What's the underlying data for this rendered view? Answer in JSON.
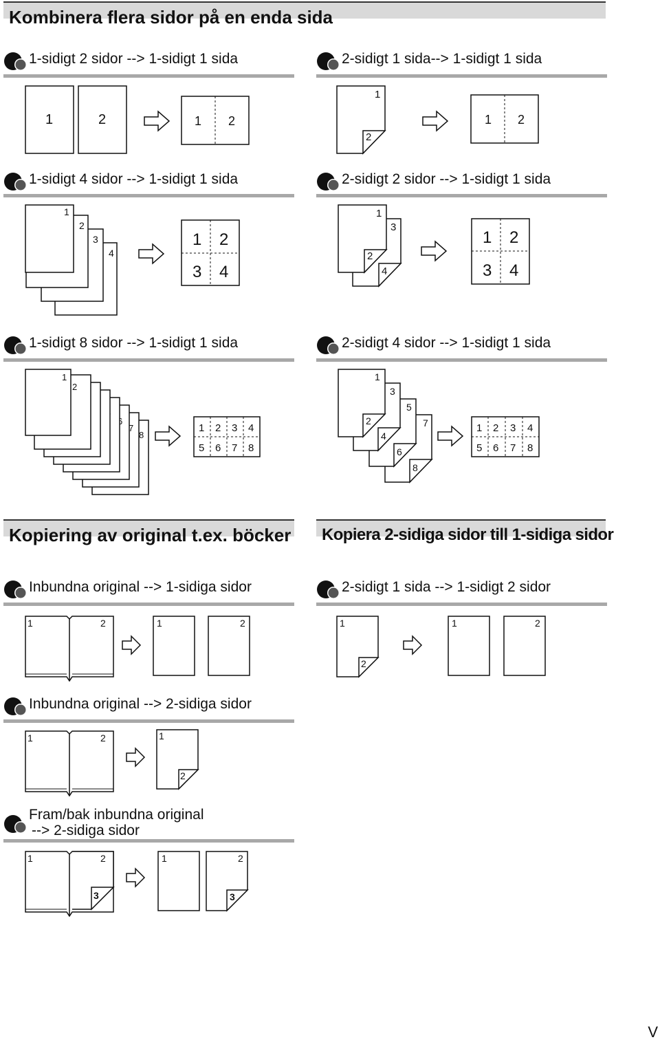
{
  "section1": {
    "title": "Kombinera flera sidor på en enda sida",
    "items": [
      {
        "label": "1-sidigt 2 sidor --> 1-sidigt 1 sida"
      },
      {
        "label": "2-sidigt 1 sida--> 1-sidigt 1 sida"
      },
      {
        "label": "1-sidigt 4 sidor --> 1-sidigt 1 sida"
      },
      {
        "label": "2-sidigt 2 sidor --> 1-sidigt 1 sida"
      },
      {
        "label": "1-sidigt 8 sidor --> 1-sidigt 1 sida"
      },
      {
        "label": "2-sidigt 4 sidor --> 1-sidigt 1 sida"
      }
    ]
  },
  "section2": {
    "title": "Kopiering av original t.ex. böcker",
    "items": [
      {
        "label": "Inbundna original --> 1-sidiga sidor"
      },
      {
        "label": "Inbundna original --> 2-sidiga sidor"
      },
      {
        "label_line1": "Fram/bak inbundna original",
        "label_line2": "--> 2-sidiga sidor"
      }
    ]
  },
  "section3": {
    "title": "Kopiera 2-sidiga sidor till 1-sidiga sidor",
    "items": [
      {
        "label": "2-sidigt 1 sida --> 1-sidigt 2 sidor"
      }
    ]
  },
  "page_marker": "V",
  "icons": {
    "bullet": "double-circle-bullet-icon",
    "arrow": "outline-right-arrow-icon",
    "curl": "page-curl-corner-icon"
  },
  "colors": {
    "band": "#d9d9d9",
    "rule": "#a8a8a8",
    "ink": "#111111"
  }
}
